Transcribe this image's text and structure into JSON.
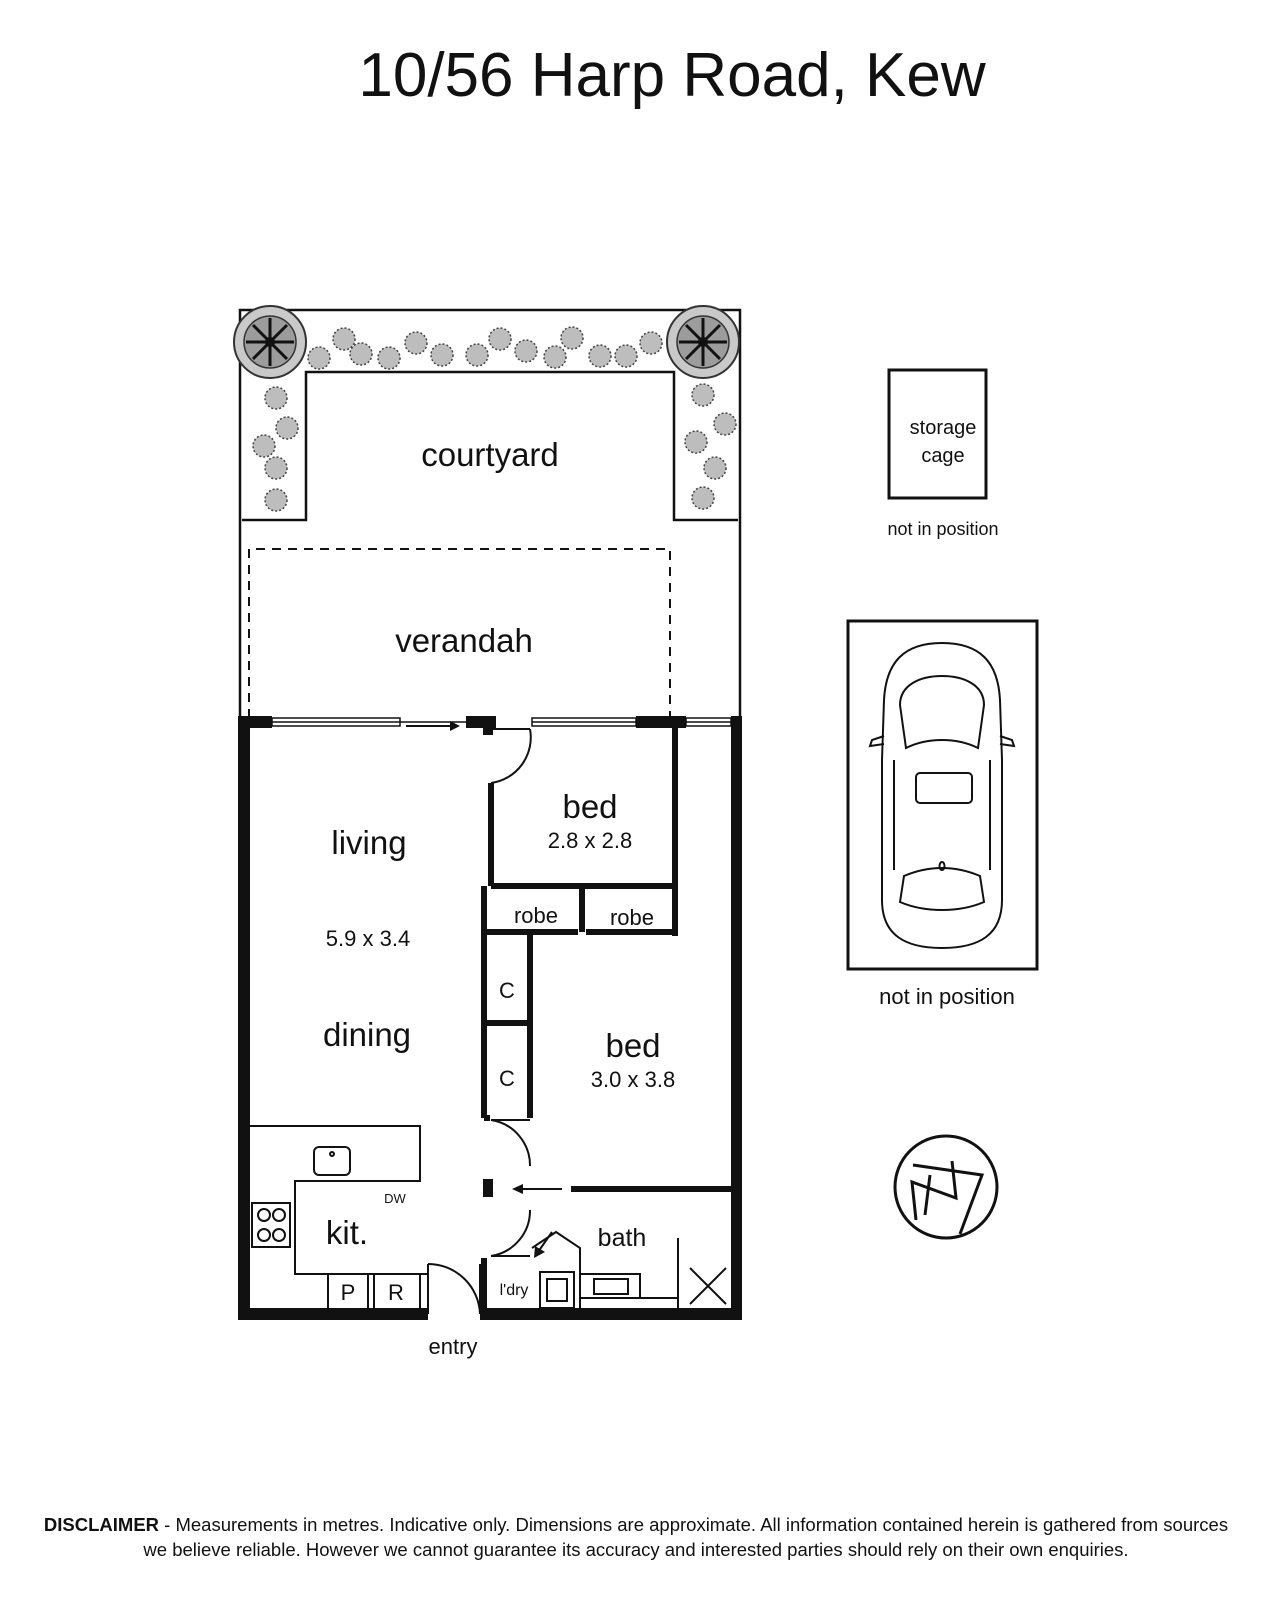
{
  "title": "10/56 Harp Road, Kew",
  "rooms": {
    "courtyard": "courtyard",
    "verandah": "verandah",
    "living": "living",
    "living_dim": "5.9 x 3.4",
    "dining": "dining",
    "bed1": "bed",
    "bed1_dim": "2.8 x 2.8",
    "robe1": "robe",
    "robe2": "robe",
    "cupboard1": "C",
    "cupboard2": "C",
    "bed2": "bed",
    "bed2_dim": "3.0 x 3.8",
    "kitchen": "kit.",
    "dishwasher": "DW",
    "pantry": "P",
    "fridge": "R",
    "laundry": "l'dry",
    "bath": "bath",
    "entry": "entry"
  },
  "storage": {
    "line1": "storage",
    "line2": "cage",
    "note": "not in position"
  },
  "parking": {
    "note": "not in position"
  },
  "compass": {
    "label": "N"
  },
  "disclaimer": {
    "heading": "DISCLAIMER",
    "text": " - Measurements in metres. Indicative only. Dimensions are approximate. All information contained herein is gathered from sources we believe reliable. However we cannot guarantee its accuracy and interested parties should rely on their own enquiries."
  },
  "colors": {
    "wall": "#111111",
    "plant_fill": "#bdbdbd",
    "background": "#ffffff"
  }
}
